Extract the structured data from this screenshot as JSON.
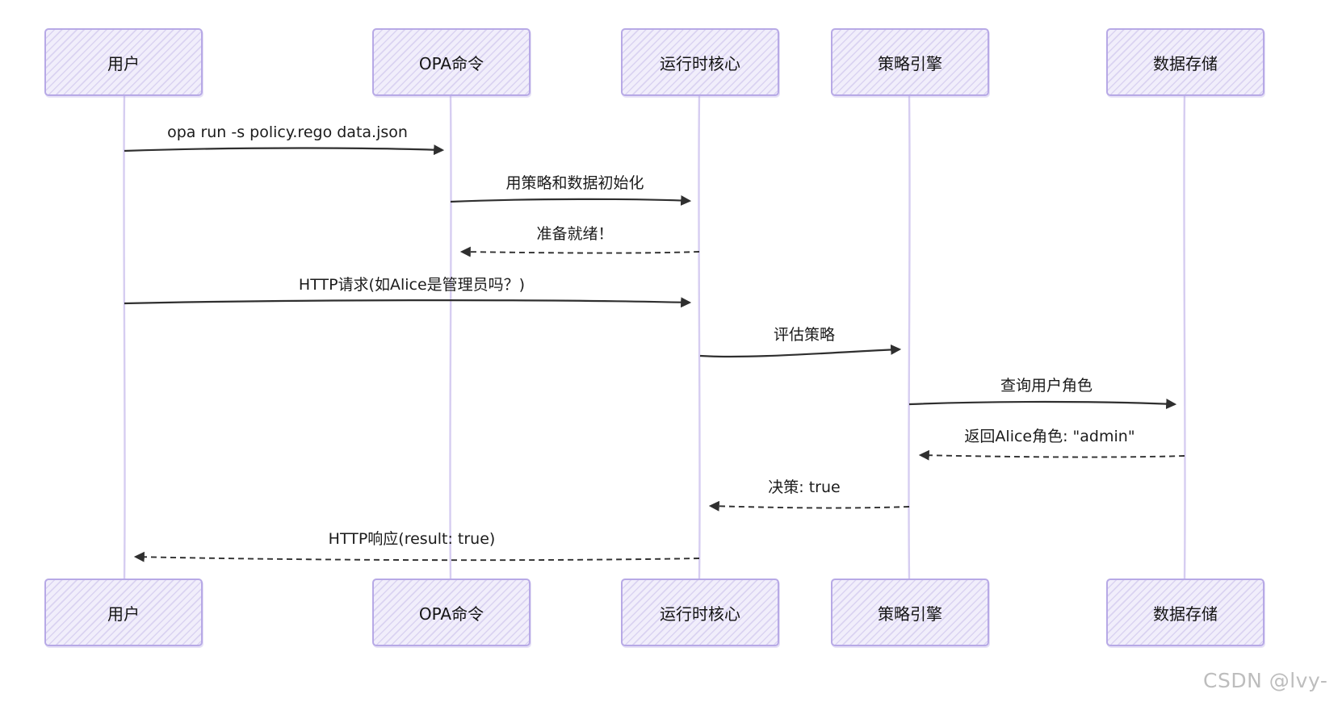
{
  "diagram": {
    "type": "sequence-diagram",
    "participants": [
      {
        "id": "user",
        "label": "用户"
      },
      {
        "id": "opa-command",
        "label": "OPA命令"
      },
      {
        "id": "runtime-core",
        "label": "运行时核心"
      },
      {
        "id": "policy-engine",
        "label": "策略引擎"
      },
      {
        "id": "data-store",
        "label": "数据存储"
      }
    ],
    "messages": [
      {
        "from": "用户",
        "to": "OPA命令",
        "line": "solid",
        "label": "opa run -s policy.rego data.json"
      },
      {
        "from": "OPA命令",
        "to": "运行时核心",
        "line": "solid",
        "label": "用策略和数据初始化"
      },
      {
        "from": "运行时核心",
        "to": "OPA命令",
        "line": "dashed",
        "label": "准备就绪！"
      },
      {
        "from": "用户",
        "to": "运行时核心",
        "line": "solid",
        "label": "HTTP请求(如Alice是管理员吗？)"
      },
      {
        "from": "运行时核心",
        "to": "策略引擎",
        "line": "solid",
        "label": "评估策略"
      },
      {
        "from": "策略引擎",
        "to": "数据存储",
        "line": "solid",
        "label": "查询用户角色"
      },
      {
        "from": "数据存储",
        "to": "策略引擎",
        "line": "dashed",
        "label": "返回Alice角色: \"admin\""
      },
      {
        "from": "策略引擎",
        "to": "运行时核心",
        "line": "dashed",
        "label": "决策: true"
      },
      {
        "from": "运行时核心",
        "to": "用户",
        "line": "dashed",
        "label": "HTTP响应(result: true)"
      }
    ]
  },
  "watermark": {
    "label": "CSDN @lvy-"
  },
  "colors": {
    "background": "#ffffff",
    "actor_fill": "#f1eefb",
    "actor_hatch": "#a494db",
    "actor_border": "#b7a9e6",
    "lifeline": "#d6cdf1",
    "message_line": "#2f2f2f",
    "text": "#1b1b1b",
    "watermark": "#bdbdbd"
  }
}
